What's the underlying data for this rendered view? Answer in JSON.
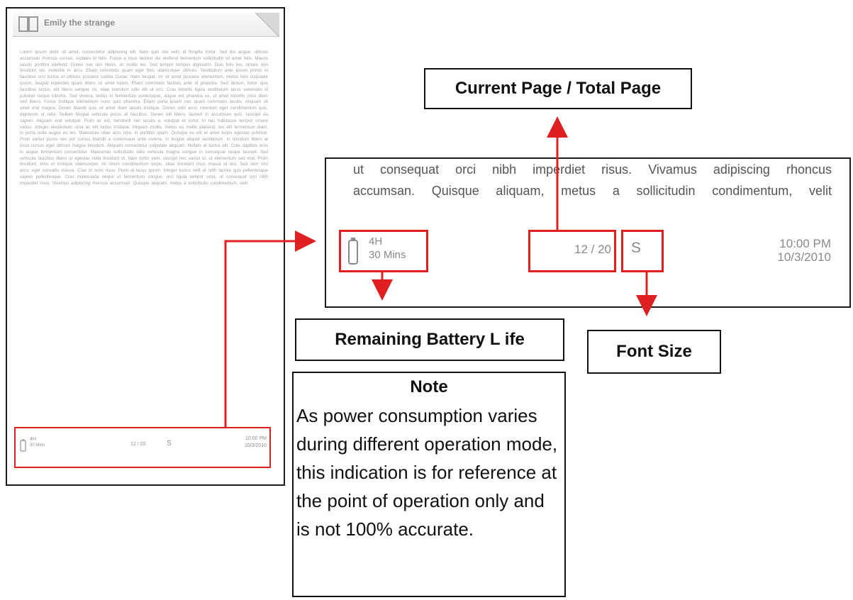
{
  "device": {
    "title": "Emily the strange",
    "body_text": "Lorem ipsum dolor sit amet, consectetur adipiscing elit. Nam quis nisi velit, id fringilla tortor. Sed dui augue, ultrices accumsan rhoncus cursus, sodales id felis. Fusce a risus laoreet dui eleifend fermentum sollicitudin sit amet felis. Mauris iaculis porttitor eleifend. Donec nec orci libero, ac mollis leo. Sed tempor tempus dignissim. Duis felis leo, ornare non tincidunt vel, molestie in arcu. Etiam commodo quam eget felis ullamcorper ultrices. Vestibulum ante ipsum primis in faucibus orci luctus et ultrices posuere cubilia Curae; Nam feugiat, mi sit amet posuere elementum, metus felis vulputate ipsum, feugiat imperdiet quam libero sit amet lorem. Etiam commodo facilisis ante id pharetra. Sed dictum, tortor quis faucibus luctus, elit libero semper mi, vitae interdum odio elit ut orci. Cras lobortis ligula vestibulum lacus venenatis id pulvinar neque lobortis. Sed viverra, lectus in fermentum scelerisque, augue est pharetra ex, ut amet lobortis risus diam sed libero. Fusce tristique elementum nunc quis pharetra. Etiam porta ipsum nec quam commodo iaculis. Aliquam sit amet erat magna. Donec blandit quis sit amet diam iaculis tristique. Donec odio arcu, interdum eget condimentum quis, dignissim ut odio. Nullam feugiat vehicula purus at faucibus. Donec elit libero, laoreet in accumsan quis, suscipit eu sapien. Aliquam erat volutpat. Proin ac est, hendrerit nec iaculis a, volutpat et tortor. In hac habitasse tempor ornare varius. Integer elementum urna ac elit luctus tristique. Aliquam mollis, metus eu mollis placerat, leo elit fermentum diam, in porta nulla augue eu leo. Maecenas vitae arcu odio, in porttitor quam. Quisque eu elit et amet turpis egestas pulvinar. Proin varius purus nec est cursus blandit a scelerisque ante viverra. In feugiat aliquet vestibulum. In tincidunt libero at risus cursus eget ultrices magna tincidunt. Aliquam consectetur vulputate aliquam. Nullam at luctus elit. Cras dapibus eros in augue fermentum consectetur. Maecenas sollicitudin odio vehicula magna congue in consequat neque laoreet. Sed vehicula faucibus libero ut egestas nulla tincidunt ut. Nam tortor sem, suscipit nec varius ut, ut elementum sed erat. Proin tincidunt, eros et tristique ullamcorper, mi lorem condimentum turpis, vitae tincidunt risus massa id nisl. Sed sem orci arcu, eget convallis massa. Cras id nunc risus. Proin at lacus ipsum. Integer luctus velit ut nibh lacinia quis pellentesque sapien pellentesque. Cras malesuada neque ut fermentum congue, orci ligula tempor urna, ut consequat orci nibh imperdiet risus. Vivamus adipiscing rhoncus accumsan. Quisque aliquam, metus a sollicitudin condimentum, velit",
    "status": {
      "battery_hours": "4H",
      "battery_mins": "30 Mins",
      "page": "12 / 20",
      "font": "S",
      "time": "10:00 PM",
      "date": "10/3/2010"
    }
  },
  "zoom": {
    "line1": "ut consequat orci nibh imperdiet risus. Vivamus adipiscing rhoncus",
    "line2": "accumsan. Quisque aliquam, metus a sollicitudin condimentum, velit",
    "battery_hours": "4H",
    "battery_mins": "30 Mins",
    "page": "12 / 20",
    "font": "S",
    "time": "10:00 PM",
    "date": "10/3/2010"
  },
  "labels": {
    "current_page": "Current Page / Total Page",
    "battery": "Remaining Battery L ife",
    "font_size": "Font Size"
  },
  "note": {
    "title": "Note",
    "body": "As power consumption varies during different operation mode, this indication is for reference at the point of operation only and is not 100% accurate."
  },
  "colors": {
    "highlight": "#e02020",
    "border": "#111111"
  }
}
